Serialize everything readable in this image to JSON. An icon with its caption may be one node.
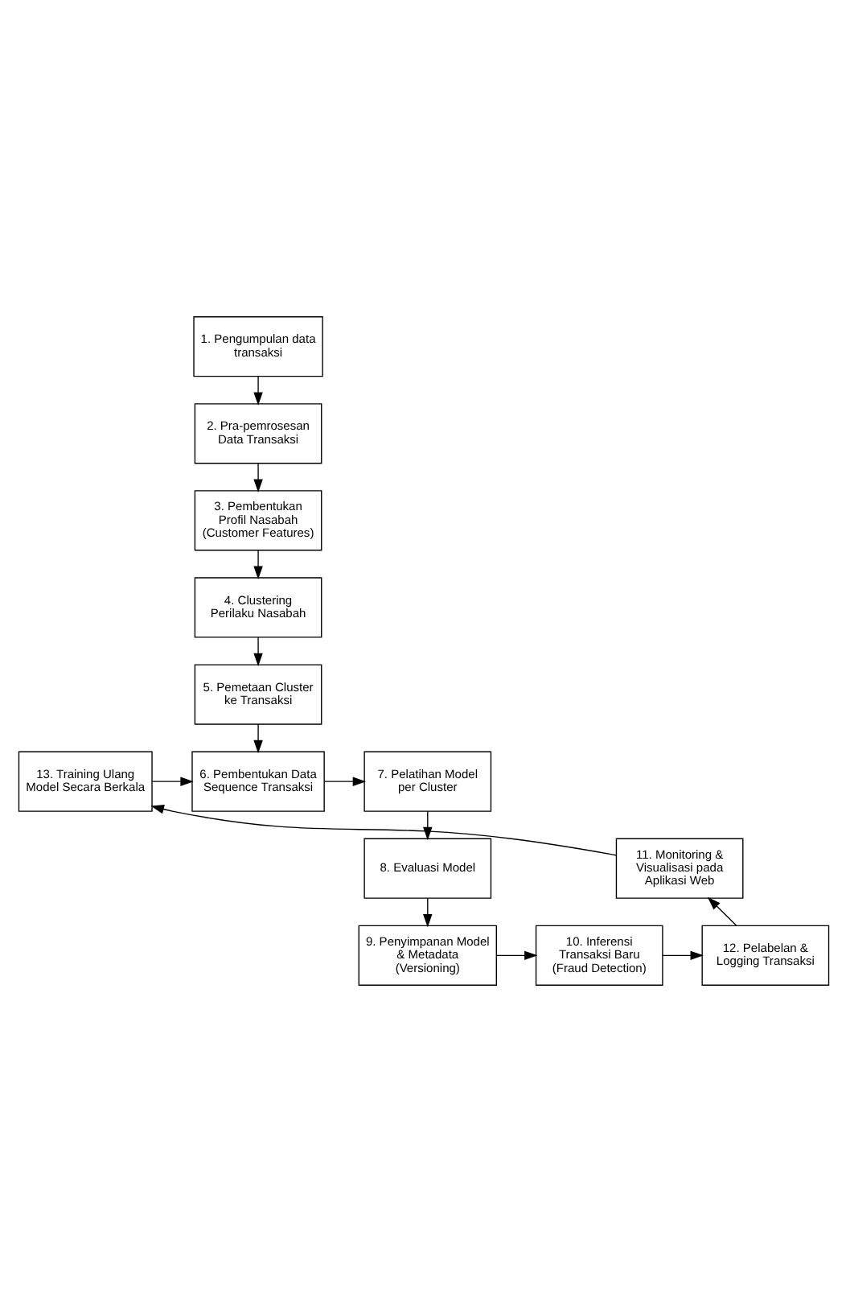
{
  "diagram": {
    "nodes": [
      {
        "text": [
          "1. Pengumpulan data transaksi"
        ]
      },
      {
        "text": [
          "2. Pra-pemrosesan Data Transaksi"
        ]
      },
      {
        "text": [
          "3. Pembentukan Profil Nasabah (Customer Features)"
        ]
      },
      {
        "text": [
          "4. Clustering Perilaku Nasabah"
        ]
      },
      {
        "text": [
          "5. Pemetaan Cluster ke Transaksi"
        ]
      },
      {
        "text": [
          "7. Pelatihan Model per Cluster"
        ]
      },
      {
        "text": [
          "6. Pembentukan Data Sequence Transaksi"
        ]
      },
      {
        "text": [
          "13. Training Ulang Model Secara Berkala"
        ]
      },
      {
        "text": [
          "8. Evaluasi Model"
        ]
      },
      {
        "text": [
          "11. Monitoring & Visualisasi pada Aplikasi Web"
        ]
      },
      {
        "text": [
          "9. Penyimpanan Model & Metadata (Versioning)"
        ]
      },
      {
        "text": [
          "10. Inferensi Transaksi Baru (Fraud Detection)"
        ]
      },
      {
        "text": [
          "12. Pelabelan & Logging Transaksi"
        ]
      }
    ],
    "edges": [
      {
        "from": 0,
        "to": 1,
        "arrow": "to"
      },
      {
        "from": 1,
        "to": 2,
        "arrow": "to"
      },
      {
        "from": 2,
        "to": 3,
        "arrow": "to"
      },
      {
        "from": 3,
        "to": 4,
        "arrow": "to"
      },
      {
        "from": 4,
        "to": 6,
        "arrow": "to"
      },
      {
        "from": 6,
        "to": 5,
        "arrow": "to"
      },
      {
        "from": 7,
        "to": 6,
        "arrow": "to"
      },
      {
        "from": 5,
        "to": 8,
        "arrow": "to"
      },
      {
        "from": 8,
        "to": 10,
        "arrow": "to"
      },
      {
        "from": 10,
        "to": 11,
        "arrow": "to"
      },
      {
        "from": 11,
        "to": 12,
        "arrow": "to"
      },
      {
        "from": 12,
        "to": 9,
        "arrow": "to"
      },
      {
        "from": 9,
        "to": 7,
        "arrow": "to"
      }
    ]
  }
}
